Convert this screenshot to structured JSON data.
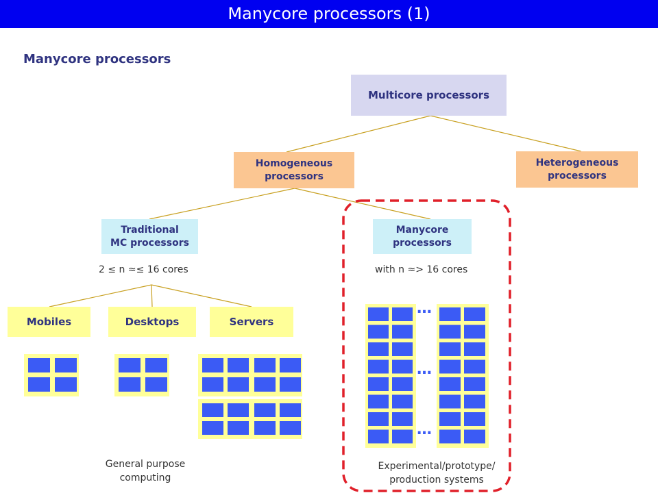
{
  "header": {
    "title": "Manycore processors (1)"
  },
  "subtitle": "Manycore processors",
  "nodes": {
    "multicore": "Multicore processors",
    "homogeneous": "Homogeneous\nprocessors",
    "heterogeneous": "Heterogeneous\nprocessors",
    "traditional": "Traditional\nMC processors",
    "manycore": "Manycore\nprocessors",
    "mobiles": "Mobiles",
    "desktops": "Desktops",
    "servers": "Servers"
  },
  "notes": {
    "traditional_cores": "2 ≤   n  ≈≤ 16   cores",
    "manycore_cores": "with n ≈> 16 cores",
    "general_purpose": "General purpose\ncomputing",
    "experimental": "Experimental/prototype/\nproduction systems"
  },
  "ellipsis": "…",
  "colors": {
    "title_bar": "#0000f0",
    "connector": "#c8a020",
    "dashed_border": "#e0202a",
    "chip_background": "#ffff99",
    "core": "#3b5bf5"
  }
}
